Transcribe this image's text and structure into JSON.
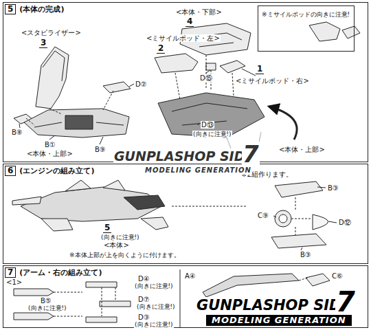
{
  "diagram": {
    "nodes": [
      {
        "text": [
          "5",
          "(本体の完成)"
        ]
      },
      {
        "text": [
          "6",
          "(エンジンの組み立て)"
        ]
      },
      {
        "text": [
          "7",
          "(アーム・右の組み立て)"
        ]
      },
      {
        "text": [
          "※ミサイルポッドの向きに注意!"
        ],
        "in": 0
      }
    ],
    "labels": [
      "<スタビライザー>",
      "3",
      "D②",
      "B⑧",
      "B①",
      "<本体・上部>",
      "B⑨",
      "<本体・下部>",
      "4",
      "<ミサイルポッド・左>",
      "2",
      "D⑮",
      "1",
      "<ミサイルポッド・右>",
      "D⑬",
      "(向きに注意!)",
      "<本体・上部>",
      "※2組作ります。",
      "B③",
      "C⑨",
      "D⑫",
      "B③",
      "5",
      "(向きに注意!)",
      "<本体>",
      "※本体上部が上を向くように付けます。",
      "<1>",
      "D④",
      "(向きに注意!)",
      "B⑤",
      "(向きに注意!)",
      "D⑦",
      "(向きに注意!)",
      "D③",
      "(向きに注意!)",
      "A④",
      "C⑥",
      "GUNPLASHOP SIDE",
      "7",
      "MODELING GENERATION",
      "GUNPLASHOP SIDE",
      "7",
      "MODELING GENERATION"
    ]
  }
}
